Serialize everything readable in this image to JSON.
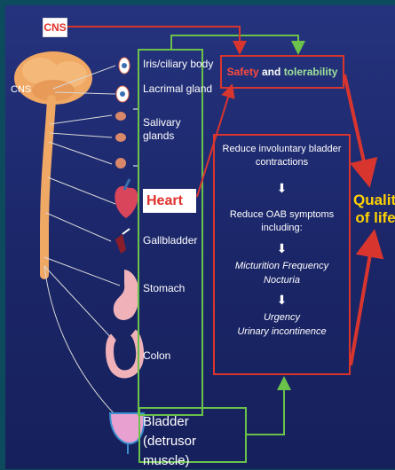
{
  "cns_box_label": "CNS",
  "cns_side_label": "CNS",
  "organs": {
    "iris": "Iris/ciliary body",
    "lacrimal": "Lacrimal gland",
    "salivary": "Salivary glands",
    "heart": "Heart",
    "gallbladder": "Gallbladder",
    "stomach": "Stomach",
    "colon": "Colon",
    "bladder": "Bladder (detrusor muscle)"
  },
  "safety": {
    "part1": "Safety",
    "and": "and",
    "part2": "tolerability"
  },
  "reduce": {
    "line1": "Reduce involuntary bladder contractions",
    "arrow": "⬇",
    "line2": "Reduce OAB symptoms including:",
    "line3": "Micturition Frequency",
    "line4": "Nocturia",
    "line5": "Urgency",
    "line6": "Urinary incontinence"
  },
  "quality": "Quality of life",
  "colors": {
    "red": "#d9352f",
    "green": "#6bc24a",
    "yellow": "#ffd200",
    "background": "#1b2668"
  }
}
